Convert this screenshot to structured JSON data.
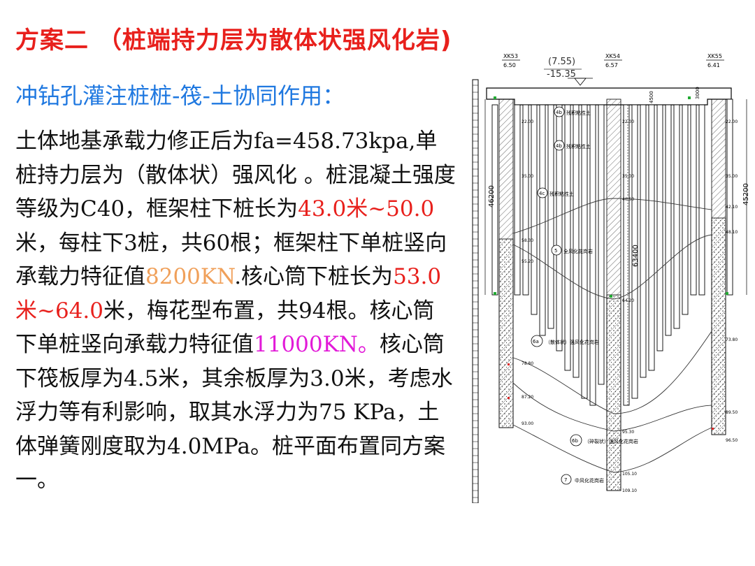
{
  "title": "方案二 （桩端持力层为散体状强风化岩)",
  "subtitle": "冲钻孔灌注桩桩-筏-土协同作用：",
  "body": {
    "p1": "土体地基承载力修正后为fa=458.73kpa,单桩持力层为（散体状）强风化 。桩混凝土强度等级为C40，框架柱下桩长为",
    "len1": "43.0米~50.0",
    "p2": "米，每柱下3桩，共60根；框架柱下单桩竖向承载力特征值",
    "cap1": "8200KN",
    "p3": ".核心筒下桩长为",
    "len2": "53.0米~64.0",
    "p4": "米，梅花型布置，共94根。核心筒下单桩竖向承载力特征值",
    "cap2": "11000KN。",
    "p5": "核心筒下筏板厚为4.5米，其余板厚为3.0米，考虑水浮力等有利影响，取其水浮力为75 KPa，土体弹簧刚度取为4.0MPa。桩平面布置同方案一。"
  },
  "diagram": {
    "boreholes": [
      {
        "id": "XK53",
        "elev": "6.50"
      },
      {
        "id": "XK54",
        "elev": "6.57"
      },
      {
        "id": "XK55",
        "elev": "6.41"
      }
    ],
    "level_top": "(7.55)",
    "level_bottom": "-15.35",
    "dims": {
      "left": "46200",
      "middle": "63400",
      "right": "45200",
      "raft_core": "4500",
      "raft_other": "3000"
    },
    "layers": {
      "l4b_1": "残积粘性土",
      "l4b_2": "残积粘性土",
      "l4c": "残积粘性土",
      "l5": "全风化花岗岩",
      "l6a": "（散体状）强风化花岗岩",
      "l6b": "（碎裂状）强风化花岗岩",
      "l7": "中风化花岗岩"
    },
    "layer_codes": {
      "c4b_1": "4b",
      "c4b_2": "4b",
      "c4c": "4c",
      "c5": "5",
      "c6a": "6a",
      "c6b": "6b",
      "c7": "7"
    },
    "depths": {
      "d1": "22.00",
      "d2": "35.00",
      "d3": "58.30",
      "d4": "55.20",
      "d5": "78.80",
      "d6": "87.20",
      "d7": "93.00",
      "d8": "22.00",
      "d9": "35.00",
      "d10": "40.50",
      "d11": "64.20",
      "d12": "95.30",
      "d13": "105.10",
      "d14": "109.10",
      "d15": "22.00",
      "d16": "35.00",
      "d17": "42.10",
      "d18": "48.10",
      "d19": "73.80",
      "d20": "89.50",
      "d21": "96.50"
    }
  },
  "colors": {
    "title": "#e8201c",
    "subtitle": "#1f78e0",
    "orange": "#f0a05a",
    "magenta": "#e21ad8",
    "green": "#22aa33"
  }
}
